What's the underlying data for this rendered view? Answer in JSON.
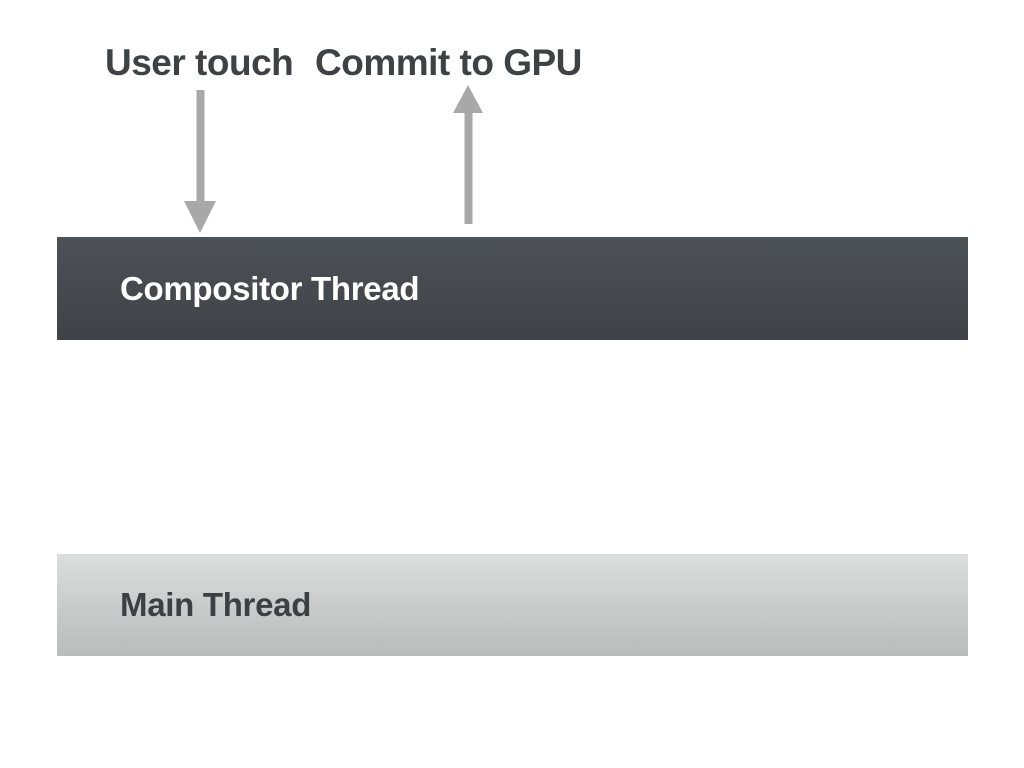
{
  "diagram": {
    "title_context": "Compositor vs Main Thread timeline lanes",
    "annotations": {
      "user_touch": {
        "label": "User touch",
        "icon": "arrow-down-icon",
        "arrow_direction": "down",
        "arrow_target": "Compositor Thread"
      },
      "commit_to_gpu": {
        "label": "Commit to GPU",
        "icon": "arrow-up-icon",
        "arrow_direction": "up",
        "arrow_source": "Compositor Thread"
      }
    },
    "lanes": {
      "compositor": {
        "label": "Compositor Thread",
        "gradient_top": "#4d5158",
        "gradient_bottom": "#3f4347",
        "text_color": "#ffffff"
      },
      "main": {
        "label": "Main Thread",
        "gradient_top": "#dcdddd",
        "gradient_bottom": "#b8bcba",
        "text_color": "#3c4043"
      }
    },
    "colors": {
      "background": "#ffffff",
      "arrow": "#a8a8a8",
      "heading_text": "#3f4245"
    }
  }
}
